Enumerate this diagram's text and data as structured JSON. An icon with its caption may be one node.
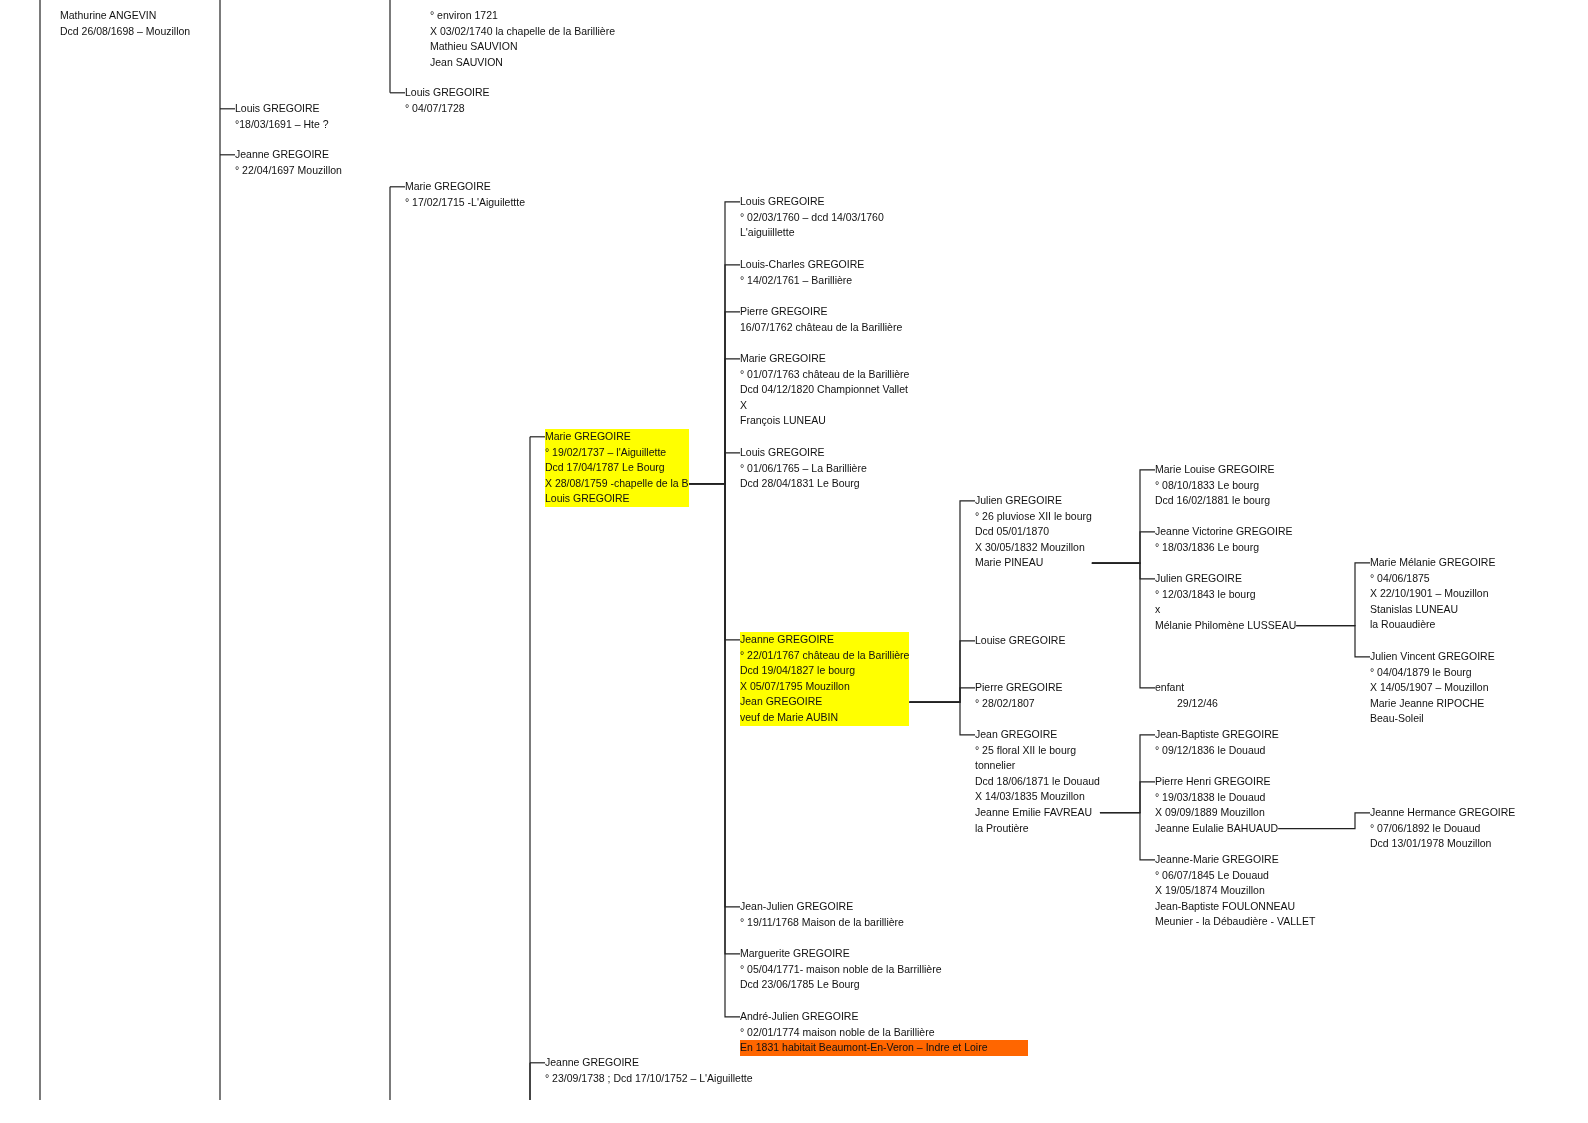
{
  "diagram": {
    "nodes": [
      {
        "text": [
          "Mathurine ANGEVIN",
          "Dcd 26/08/1698 – Mouzillon"
        ]
      },
      {
        "text": [
          "° environ 1721",
          "X 03/02/1740 la chapelle de la Barillière",
          "Mathieu SAUVION",
          "Jean SAUVION"
        ]
      },
      {
        "text": [
          "Louis GREGOIRE",
          "° 04/07/1728"
        ]
      },
      {
        "text": [
          "Louis GREGOIRE",
          "°18/03/1691 – Hte ?"
        ]
      },
      {
        "text": [
          "Jeanne GREGOIRE",
          "° 22/04/1697 Mouzillon"
        ]
      },
      {
        "text": [
          "Marie GREGOIRE",
          "° 17/02/1715 -L'Aiguilettte"
        ]
      },
      {
        "text": [
          "Louis GREGOIRE",
          "° 02/03/1760 – dcd 14/03/1760",
          "L'aiguiillette"
        ]
      },
      {
        "text": [
          "Louis-Charles GREGOIRE",
          "° 14/02/1761 – Barillière"
        ]
      },
      {
        "text": [
          "Pierre GREGOIRE",
          "16/07/1762 château de la Barillière"
        ]
      },
      {
        "text": [
          "Marie GREGOIRE",
          "° 01/07/1763 château de la Barillière",
          "Dcd 04/12/1820 Championnet Vallet",
          "X",
          "François LUNEAU"
        ]
      },
      {
        "text": [
          "Marie GREGOIRE",
          "° 19/02/1737 – l'Aiguillette",
          "Dcd 17/04/1787 Le Bourg",
          "X 28/08/1759 -chapelle de la B",
          "Louis GREGOIRE"
        ]
      },
      {
        "text": [
          "Louis GREGOIRE",
          "° 01/06/1765 – La Barillière",
          "Dcd 28/04/1831 Le Bourg"
        ]
      },
      {
        "text": [
          "Jeanne GREGOIRE",
          "° 22/01/1767 château de la Barillière",
          "Dcd 19/04/1827 le bourg",
          "X 05/07/1795 Mouzillon",
          "Jean GREGOIRE",
          "veuf de Marie AUBIN"
        ]
      },
      {
        "text": [
          "Julien GREGOIRE",
          "° 26 pluviose XII le bourg",
          "Dcd 05/01/1870",
          "X 30/05/1832 Mouzillon",
          "Marie PINEAU"
        ]
      },
      {
        "text": [
          "Marie Louise GREGOIRE",
          "° 08/10/1833 Le bourg",
          "Dcd 16/02/1881 le bourg"
        ]
      },
      {
        "text": [
          "Jeanne Victorine GREGOIRE",
          "° 18/03/1836 Le bourg"
        ]
      },
      {
        "text": [
          "Julien GREGOIRE",
          "° 12/03/1843 le bourg",
          "x",
          "Mélanie Philomène LUSSEAU"
        ]
      },
      {
        "text": [
          "Marie Mélanie GREGOIRE",
          "° 04/06/1875",
          "X 22/10/1901 – Mouzillon",
          "Stanislas LUNEAU",
          "la Rouaudière"
        ]
      },
      {
        "text": [
          "Louise GREGOIRE"
        ]
      },
      {
        "text": [
          "Julien Vincent GREGOIRE",
          "° 04/04/1879 le Bourg",
          "X 14/05/1907 – Mouzillon",
          "Marie Jeanne RIPOCHE",
          "Beau-Soleil"
        ]
      },
      {
        "text": [
          "Pierre GREGOIRE",
          "° 28/02/1807"
        ]
      },
      {
        "text": [
          "enfant",
          "29/12/46"
        ]
      },
      {
        "text": [
          "Jean GREGOIRE",
          "° 25 floral XII le bourg",
          "tonnelier",
          "Dcd 18/06/1871 le Douaud",
          "X 14/03/1835 Mouzillon",
          "Jeanne Emilie FAVREAU",
          "la Proutière"
        ]
      },
      {
        "text": [
          "Jean-Baptiste GREGOIRE",
          "° 09/12/1836 le Douaud"
        ]
      },
      {
        "text": [
          "Pierre Henri GREGOIRE",
          "° 19/03/1838 le Douaud",
          "X 09/09/1889 Mouzillon",
          "Jeanne Eulalie BAHUAUD"
        ]
      },
      {
        "text": [
          "Jeanne Hermance GREGOIRE",
          "° 07/06/1892 le Douaud",
          "Dcd 13/01/1978 Mouzillon"
        ]
      },
      {
        "text": [
          "Jeanne-Marie GREGOIRE",
          "° 06/07/1845 Le Douaud",
          "X 19/05/1874 Mouzillon",
          "Jean-Baptiste FOULONNEAU",
          "Meunier - la Débaudière - VALLET"
        ]
      },
      {
        "text": [
          "Jean-Julien GREGOIRE",
          "° 19/11/1768 Maison de la barillière"
        ]
      },
      {
        "text": [
          "Marguerite GREGOIRE",
          "° 05/04/1771- maison noble de la Barrillière",
          "Dcd 23/06/1785 Le Bourg"
        ]
      },
      {
        "text": [
          "André-Julien GREGOIRE",
          "° 02/01/1774 maison noble de la Barillière",
          "En 1831 habitait Beaumont-En-Veron – Indre et Loire"
        ]
      },
      {
        "text": [
          "Jeanne GREGOIRE",
          "° 23/09/1738 ; Dcd 17/10/1752 – L'Aiguillette"
        ]
      }
    ],
    "edges": [
      {
        "from": null,
        "to": 2,
        "arrow": "none"
      },
      {
        "from": null,
        "to": 3,
        "arrow": "none"
      },
      {
        "from": null,
        "to": 4,
        "arrow": "none"
      },
      {
        "from": null,
        "to": 5,
        "arrow": "none"
      },
      {
        "from": 10,
        "to": 6,
        "arrow": "none"
      },
      {
        "from": 10,
        "to": 7,
        "arrow": "none"
      },
      {
        "from": 10,
        "to": 8,
        "arrow": "none"
      },
      {
        "from": 10,
        "to": 9,
        "arrow": "none"
      },
      {
        "from": null,
        "to": 10,
        "arrow": "none"
      },
      {
        "from": 10,
        "to": 11,
        "arrow": "none"
      },
      {
        "from": 10,
        "to": 12,
        "arrow": "none"
      },
      {
        "from": 12,
        "to": 13,
        "arrow": "none"
      },
      {
        "from": 13,
        "to": 14,
        "arrow": "none"
      },
      {
        "from": 13,
        "to": 15,
        "arrow": "none"
      },
      {
        "from": 13,
        "to": 16,
        "arrow": "none"
      },
      {
        "from": 16,
        "to": 17,
        "arrow": "none"
      },
      {
        "from": 12,
        "to": 18,
        "arrow": "none"
      },
      {
        "from": 16,
        "to": 19,
        "arrow": "none"
      },
      {
        "from": 12,
        "to": 20,
        "arrow": "none"
      },
      {
        "from": 13,
        "to": 21,
        "arrow": "none"
      },
      {
        "from": 12,
        "to": 22,
        "arrow": "none"
      },
      {
        "from": 22,
        "to": 23,
        "arrow": "none"
      },
      {
        "from": 22,
        "to": 24,
        "arrow": "none"
      },
      {
        "from": 24,
        "to": 25,
        "arrow": "none"
      },
      {
        "from": 22,
        "to": 26,
        "arrow": "none"
      },
      {
        "from": 10,
        "to": 27,
        "arrow": "none"
      },
      {
        "from": 10,
        "to": 28,
        "arrow": "none"
      },
      {
        "from": 10,
        "to": 29,
        "arrow": "none"
      },
      {
        "from": null,
        "to": 30,
        "arrow": "none"
      }
    ]
  }
}
